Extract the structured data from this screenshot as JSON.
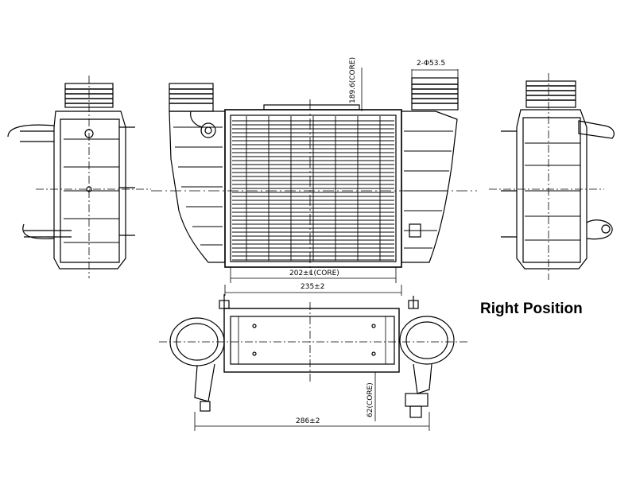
{
  "caption": "Right Position",
  "dimensions": {
    "core_height": "189.6(CORE)",
    "inlet_diameter": "2-Φ53.5",
    "core_width": "202±1(CORE)",
    "overall_width": "235±2",
    "core_depth": "62(CORE)",
    "overall_length": "286±2"
  }
}
